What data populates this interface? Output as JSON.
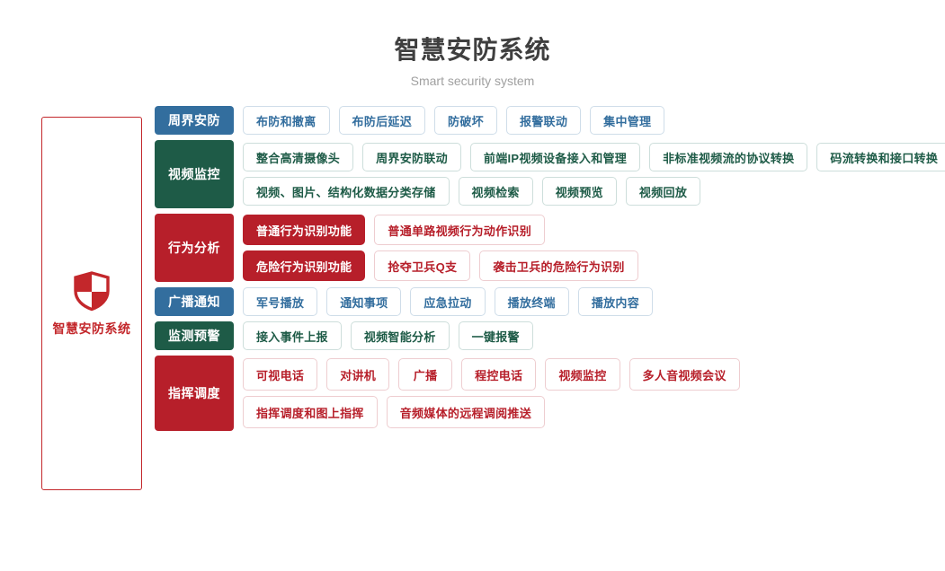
{
  "header": {
    "title": "智慧安防系统",
    "subtitle": "Smart security system"
  },
  "brand": {
    "icon": "shield-icon",
    "label": "智慧安防系统",
    "color": "#c3272b"
  },
  "colors": {
    "blue": "#336e9e",
    "green": "#1e5b47",
    "red": "#b71f2a",
    "title": "#3f3f3f",
    "subtitle": "#a0a0a0"
  },
  "rows": [
    {
      "category": "周界安防",
      "theme": "blue",
      "lines": [
        [
          {
            "label": "布防和撤离",
            "style": "outline"
          },
          {
            "label": "布防后延迟",
            "style": "outline"
          },
          {
            "label": "防破坏",
            "style": "outline"
          },
          {
            "label": "报警联动",
            "style": "outline"
          },
          {
            "label": "集中管理",
            "style": "outline"
          }
        ]
      ]
    },
    {
      "category": "视频监控",
      "theme": "green",
      "lines": [
        [
          {
            "label": "整合高清摄像头",
            "style": "outline"
          },
          {
            "label": "周界安防联动",
            "style": "outline"
          },
          {
            "label": "前端IP视频设备接入和管理",
            "style": "outline"
          },
          {
            "label": "非标准视频流的协议转换",
            "style": "outline"
          },
          {
            "label": "码流转换和接口转换",
            "style": "outline"
          }
        ],
        [
          {
            "label": "视频、图片、结构化数据分类存储",
            "style": "outline"
          },
          {
            "label": "视频检索",
            "style": "outline"
          },
          {
            "label": "视频预览",
            "style": "outline"
          },
          {
            "label": "视频回放",
            "style": "outline"
          }
        ]
      ]
    },
    {
      "category": "行为分析",
      "theme": "red",
      "lines": [
        [
          {
            "label": "普通行为识别功能",
            "style": "solid"
          },
          {
            "label": "普通单路视频行为动作识别",
            "style": "outline"
          }
        ],
        [
          {
            "label": "危险行为识别功能",
            "style": "solid"
          },
          {
            "label": "抢夺卫兵Q支",
            "style": "outline"
          },
          {
            "label": "袭击卫兵的危险行为识别",
            "style": "outline"
          }
        ]
      ]
    },
    {
      "category": "广播通知",
      "theme": "blue",
      "lines": [
        [
          {
            "label": "军号播放",
            "style": "outline"
          },
          {
            "label": "通知事项",
            "style": "outline"
          },
          {
            "label": "应急拉动",
            "style": "outline"
          },
          {
            "label": "播放终端",
            "style": "outline"
          },
          {
            "label": "播放内容",
            "style": "outline"
          }
        ]
      ]
    },
    {
      "category": "监测预警",
      "theme": "green",
      "lines": [
        [
          {
            "label": "接入事件上报",
            "style": "outline"
          },
          {
            "label": "视频智能分析",
            "style": "outline"
          },
          {
            "label": "一键报警",
            "style": "outline"
          }
        ]
      ]
    },
    {
      "category": "指挥调度",
      "theme": "red",
      "lines": [
        [
          {
            "label": "可视电话",
            "style": "outline"
          },
          {
            "label": "对讲机",
            "style": "outline"
          },
          {
            "label": "广播",
            "style": "outline"
          },
          {
            "label": "程控电话",
            "style": "outline"
          },
          {
            "label": "视频监控",
            "style": "outline"
          },
          {
            "label": "多人音视频会议",
            "style": "outline"
          }
        ],
        [
          {
            "label": "指挥调度和图上指挥",
            "style": "outline"
          },
          {
            "label": "音频媒体的远程调阅推送",
            "style": "outline"
          }
        ]
      ]
    }
  ]
}
